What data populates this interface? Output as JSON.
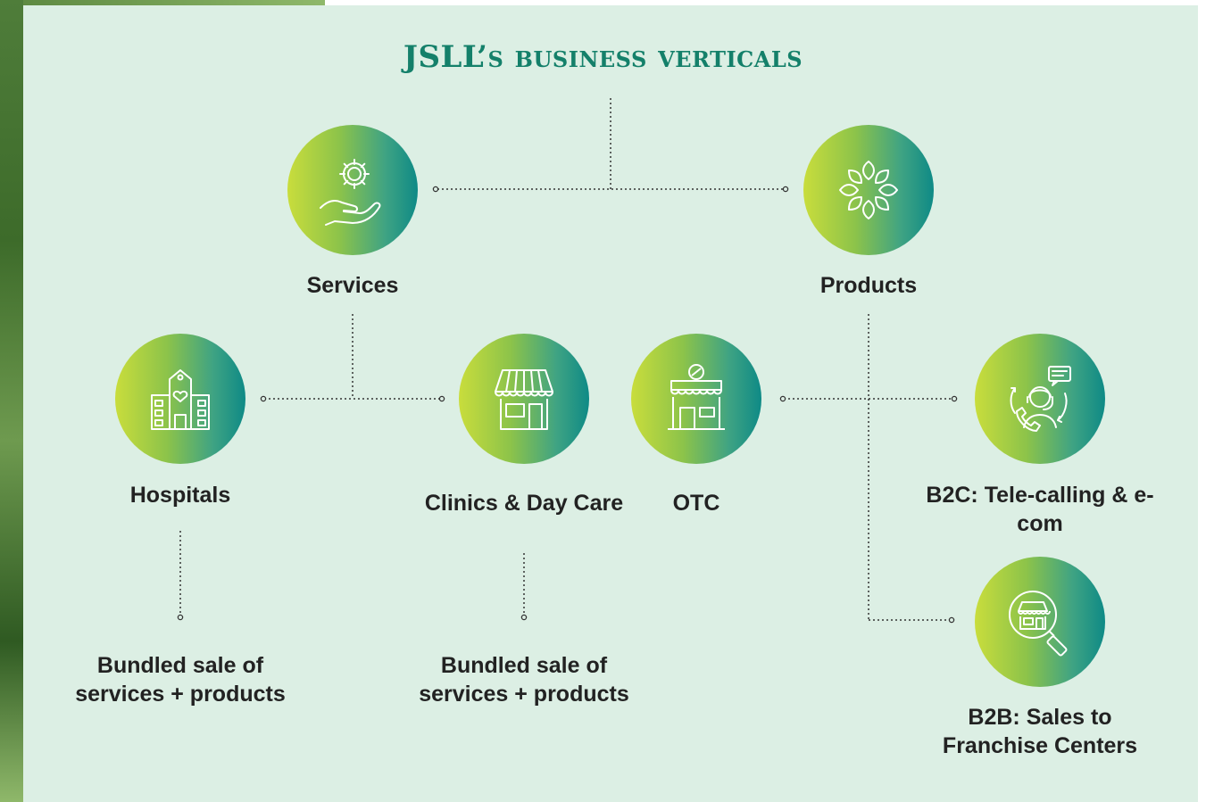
{
  "title": "JSLL’s business verticals",
  "nodes": {
    "services": {
      "label": "Services",
      "icon": "gear-hand-icon"
    },
    "products": {
      "label": "Products",
      "icon": "leaves-icon"
    },
    "hospitals": {
      "label": "Hospitals",
      "icon": "hospital-icon"
    },
    "clinics": {
      "label": "Clinics & Day Care",
      "icon": "storefront-icon"
    },
    "otc": {
      "label": "OTC",
      "icon": "pharmacy-store-icon"
    },
    "b2c": {
      "label": "B2C: Tele-calling & e-com",
      "icon": "call-agent-icon"
    },
    "b2b": {
      "label": "B2B: Sales to Franchise Centers",
      "icon": "store-search-icon"
    }
  },
  "notes": {
    "hospitals": "Bundled sale of services + products",
    "clinics": "Bundled sale of services + products"
  },
  "colors": {
    "title": "#14806a",
    "panel": "#dcefe4",
    "gradient_start": "#c9dd3c",
    "gradient_end": "#0e8a86",
    "label": "#222222"
  }
}
